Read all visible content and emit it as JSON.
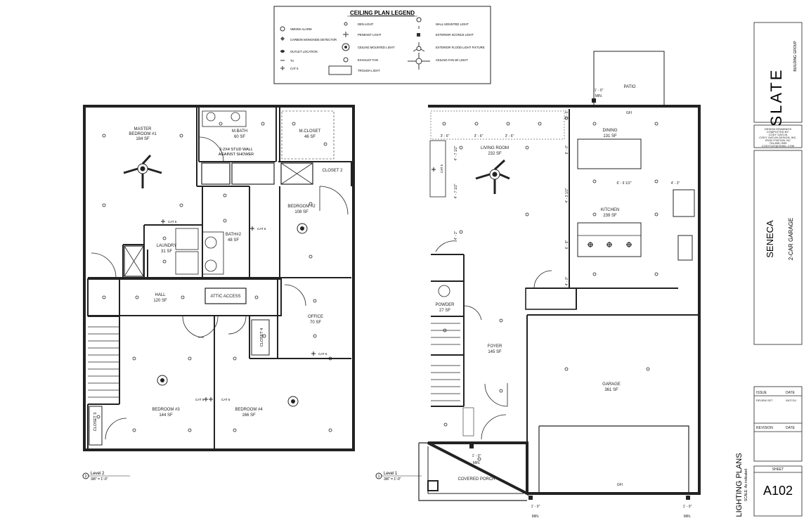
{
  "legend": {
    "title": "CEILING PLAN LEGEND",
    "col1": [
      "SMOKE ALARM",
      "CARBON MONOXIDE DETECTOR",
      "OUTLET LOCATION",
      "TV",
      "CAT 5"
    ],
    "col2": [
      "DEN LIGHT",
      "PENDANT LIGHT",
      "CEILING MOUNTED LIGHT",
      "EXHAUST FAN",
      "TROUGH LIGHT"
    ],
    "col3": [
      "WALL MOUNTED LIGHT",
      "EXTERIOR SCONCE LIGHT",
      "EXTERIOR FLOOD LIGHT FIXTURE",
      "CEILING FAN W/ LIGHT"
    ]
  },
  "level2": {
    "label": "Level 2",
    "scale": "3/8\" = 1'-0\"",
    "number": "2",
    "stud_note_1": "2-2X4 STUD WALL",
    "stud_note_2": "AGAINST SHOWER",
    "attic": "ATTIC ACCESS",
    "cat5": "CAT 5",
    "rooms": [
      {
        "name": "MASTER",
        "name2": "BEDROOM #1",
        "area": "184 SF"
      },
      {
        "name": "M.BATH",
        "area": "60 SF"
      },
      {
        "name": "M.CLOSET",
        "area": "46 SF"
      },
      {
        "name": "CLOSET 2"
      },
      {
        "name": "BEDROOM #2",
        "area": "108 SF"
      },
      {
        "name": "BATH#2",
        "area": "48 SF"
      },
      {
        "name": "LAUNDRY",
        "area": "31 SF"
      },
      {
        "name": "HALL",
        "area": "120 SF"
      },
      {
        "name": "OFFICE",
        "area": "70 SF"
      },
      {
        "name": "CLOSET 4"
      },
      {
        "name": "BEDROOM #3",
        "area": "144 SF"
      },
      {
        "name": "BEDROOM #4",
        "area": "166 SF"
      },
      {
        "name": "CLOSET 3"
      }
    ]
  },
  "level1": {
    "label": "Level 1",
    "scale": "3/8\" = 1'-0\"",
    "number": "1",
    "rooms": [
      {
        "name": "PATIO"
      },
      {
        "name": "DINING",
        "area": "131 SF"
      },
      {
        "name": "LIVING ROOM",
        "area": "232 SF"
      },
      {
        "name": "KITCHEN",
        "area": "239 SF"
      },
      {
        "name": "POWDER",
        "area": "27 SF"
      },
      {
        "name": "FOYER",
        "area": "145 SF"
      },
      {
        "name": "GARAGE",
        "area": "361 SF"
      },
      {
        "name": "COVERED PORCH"
      }
    ],
    "dims": [
      "3' - 6\"",
      "3' - 6\"",
      "3' - 6\"",
      "6' - 9 1/2\"",
      "4' - 3\"",
      "4' - 7 1/2\"",
      "4' - 7 1/2\"",
      "4' - 3 1/2\"",
      "6' - 8\"",
      "6' - 0\"",
      "1' - 6\"",
      "4' - 2\"",
      "1' - 0\"",
      "MIN.",
      "GFI",
      "CAT 5",
      "4' - 0\""
    ]
  },
  "titleblock": {
    "brand": "SLATE",
    "brand_sub": "BUILDING GROUP",
    "design_lines": [
      "DESIGN DRAWINGS",
      "COMPLETED BY:",
      "CODY GATLIN",
      "CODY GATLIN DESIGN, INC.",
      "IRON STATION, NC",
      "704-895-7835",
      "CODYGAT@GMAIL.COM"
    ],
    "project": "SENECA",
    "project_sub": "2-CAR GARAGE",
    "issue_hdr": "ISSUE",
    "date_hdr": "DATE",
    "issue_row": "REVIEW SET",
    "issue_date": "03/27/24",
    "revision_hdr": "REVISION",
    "revision_date_hdr": "DATE",
    "sheet_title": "LIGHTING PLANS",
    "sheet_scale": "SCALE: As indicated",
    "sheet_label": "SHEET",
    "sheet_number": "A102"
  }
}
